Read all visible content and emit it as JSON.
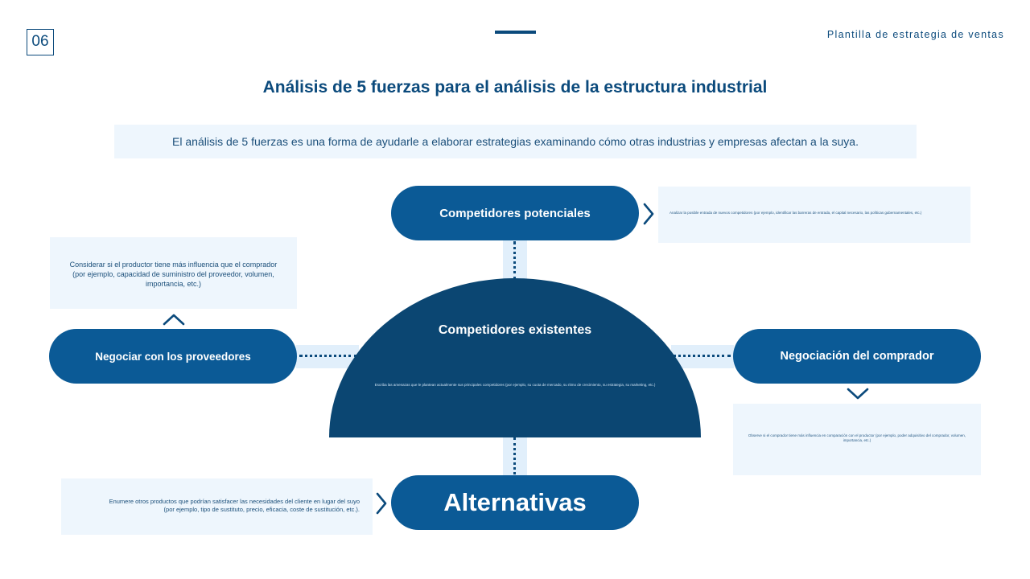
{
  "header": {
    "page_number": "06",
    "template_name": "Plantilla de estrategia de ventas"
  },
  "title": "Análisis de 5 fuerzas para el análisis de la estructura industrial",
  "intro": "El análisis de 5 fuerzas es una forma de ayudarle a elaborar estrategias examinando cómo otras industrias y empresas afectan a la suya.",
  "forces": {
    "potential": {
      "label": "Competidores potenciales",
      "description": "Analizar la posible entrada de nuevos competidores (por ejemplo, identificar las barreras de entrada, el capital necesario, las políticas gubernamentales, etc.)"
    },
    "existing": {
      "label": "Competidores existentes",
      "description": "Escriba las amenazas que le plantean actualmente sus principales competidores (por ejemplo, su cuota de mercado, su ritmo de crecimiento, su estrategia, su marketing, etc.)"
    },
    "suppliers": {
      "label": "Negociar con los proveedores",
      "description": "Considerar si el productor tiene más influencia que el comprador (por ejemplo, capacidad de suministro del proveedor, volumen, importancia, etc.)"
    },
    "buyer": {
      "label": "Negociación del comprador",
      "description": "Observe si el comprador tiene más influencia en comparación con el productor (por ejemplo, poder adquisitivo del comprador, volumen, importancia, etc.)"
    },
    "alternatives": {
      "label": "Alternativas",
      "description_line1": "Enumere otros productos que podrían satisfacer las necesidades del cliente en lugar del suyo",
      "description_line2": "(por ejemplo, tipo de sustituto, precio, eficacia, coste de sustitución, etc.)."
    }
  },
  "icons": {
    "right": "chevron-right-icon",
    "up": "chevron-up-icon",
    "down": "chevron-down-icon"
  },
  "colors": {
    "primary": "#0b4a7c",
    "pill": "#0b5a96",
    "semicircle": "#0b4672",
    "note_bg": "#eef6fd",
    "connector": "#e1effb"
  }
}
